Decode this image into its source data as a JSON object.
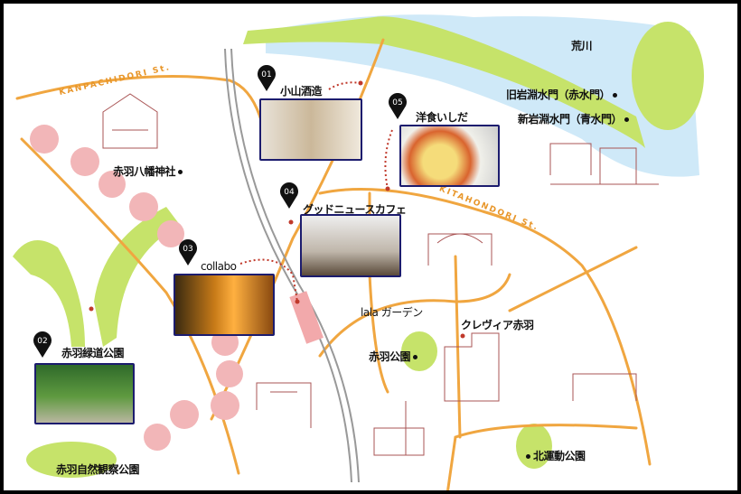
{
  "streets": {
    "kanpachi": "KANPACHIDORI St.",
    "kitahon": "KITAHONDORI St."
  },
  "spots": [
    {
      "num": "01",
      "name": "小山酒造"
    },
    {
      "num": "02",
      "name": "赤羽緑道公園"
    },
    {
      "num": "03",
      "name": "collabo"
    },
    {
      "num": "04",
      "name": "グッドニュースカフェ"
    },
    {
      "num": "05",
      "name": "洋食いしだ"
    }
  ],
  "landmarks": {
    "arakawa": "荒川",
    "old_gate": "旧岩淵水門（赤水門）",
    "new_gate": "新岩淵水門（青水門）",
    "shrine": "赤羽八幡神社",
    "lala": "lala ガーデン",
    "clevia": "クレヴィア赤羽",
    "akabane_park": "赤羽公園",
    "kita_park": "北運動公園",
    "nature_park": "赤羽自然観察公園"
  },
  "colors": {
    "road": "#f0a640",
    "green": "#b8dc4a",
    "water": "#9fd4f0",
    "pin": "#111111",
    "photo_border": "#1c1c6e",
    "sakura": "#f2a9ab"
  }
}
